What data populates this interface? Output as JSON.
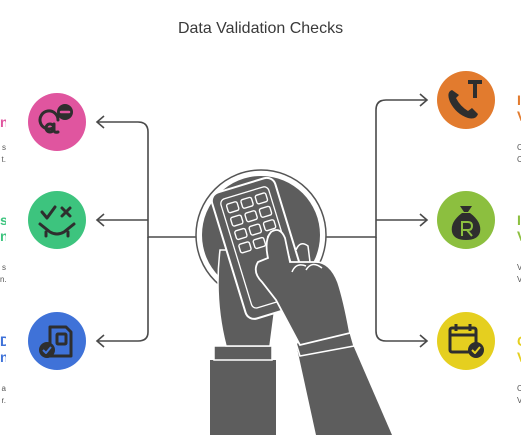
{
  "title": "Data Validation Checks",
  "left_items": [
    {
      "title_lines": [
        "n"
      ],
      "body_lines": [
        "s",
        "t."
      ],
      "color": "#e0559f",
      "icon": "at-minus-icon"
    },
    {
      "title_lines": [
        "s",
        "n"
      ],
      "body_lines": [
        "s",
        "n."
      ],
      "color": "#3dc47e",
      "icon": "checkmark-cross-icon"
    },
    {
      "title_lines": [
        "D",
        "n"
      ],
      "body_lines": [
        "a",
        "r."
      ],
      "color": "#3f72d8",
      "icon": "sim-card-check-icon"
    }
  ],
  "right_items": [
    {
      "title_lines": [
        "I",
        "V"
      ],
      "body_lines": [
        "C",
        "C"
      ],
      "color": "#e27b2e",
      "icon": "phone-text-icon"
    },
    {
      "title_lines": [
        "I",
        "V"
      ],
      "body_lines": [
        "V",
        "V"
      ],
      "color": "#8cbf3f",
      "icon": "money-bag-icon"
    },
    {
      "title_lines": [
        "C",
        "V"
      ],
      "body_lines": [
        "C",
        "V"
      ],
      "color": "#e5cf1f",
      "icon": "calendar-check-icon"
    }
  ],
  "center_icon": "hands-calculator-icon"
}
